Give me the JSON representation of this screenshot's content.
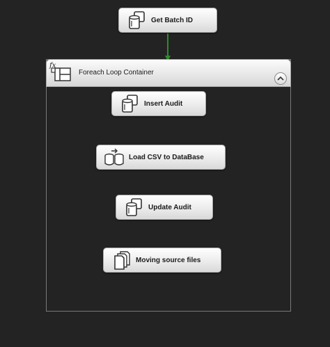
{
  "tasks": {
    "get_batch_id": {
      "label": "Get Batch ID",
      "icon": "execute-sql-icon"
    },
    "insert_audit": {
      "label": "Insert Audit",
      "icon": "execute-sql-icon"
    },
    "load_csv": {
      "label": "Load CSV to DataBase",
      "icon": "data-flow-icon"
    },
    "update_audit": {
      "label": "Update Audit",
      "icon": "execute-sql-icon"
    },
    "moving_files": {
      "label": "Moving source files",
      "icon": "file-system-icon"
    }
  },
  "container": {
    "title": "Foreach Loop Container",
    "icon": "foreach-loop-icon",
    "collapse_icon": "chevron-up-icon"
  },
  "colors": {
    "background": "#232323",
    "connector": "#2e8b2e",
    "task_fill": "#ececec"
  }
}
